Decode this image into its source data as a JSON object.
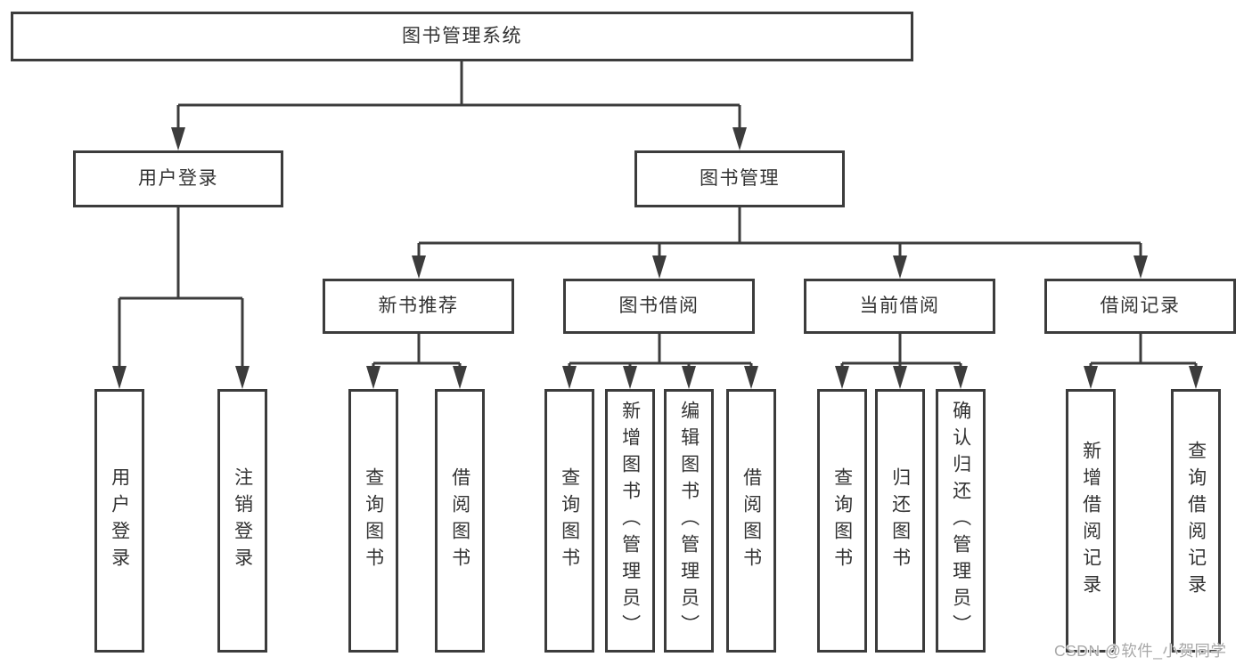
{
  "diagram_title": "图书管理系统",
  "tree": {
    "label": "图书管理系统",
    "children": [
      {
        "label": "用户登录",
        "children": [
          {
            "label": "用户登录"
          },
          {
            "label": "注销登录"
          }
        ]
      },
      {
        "label": "图书管理",
        "children": [
          {
            "label": "新书推荐",
            "children": [
              {
                "label": "查询图书"
              },
              {
                "label": "借阅图书"
              }
            ]
          },
          {
            "label": "图书借阅",
            "children": [
              {
                "label": "查询图书"
              },
              {
                "label": "新增图书（管理员）"
              },
              {
                "label": "编辑图书（管理员）"
              },
              {
                "label": "借阅图书"
              }
            ]
          },
          {
            "label": "当前借阅",
            "children": [
              {
                "label": "查询图书"
              },
              {
                "label": "归还图书"
              },
              {
                "label": "确认归还（管理员）"
              }
            ]
          },
          {
            "label": "借阅记录",
            "children": [
              {
                "label": "新增借阅记录"
              },
              {
                "label": "查询借阅记录"
              }
            ]
          }
        ]
      }
    ]
  },
  "watermark": "CSDN @软件_小贺同学",
  "colors": {
    "line": "#3c3c3c",
    "text": "#333333",
    "background": "#ffffff",
    "watermark": "#a8a8a8"
  }
}
